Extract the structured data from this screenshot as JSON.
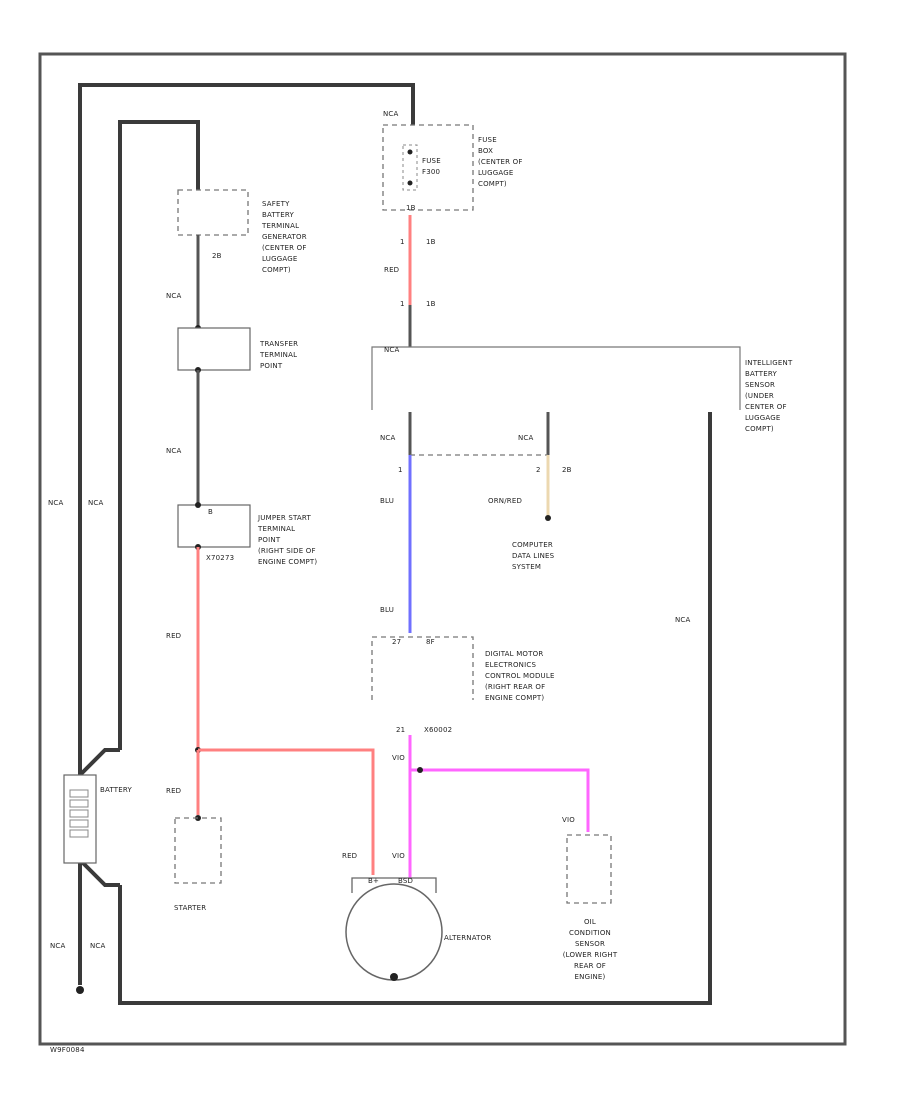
{
  "diagram": {
    "footer_code": "W9F0084",
    "colors": {
      "red": "#ff8080",
      "blue": "#7070ff",
      "violet": "#ff66ff",
      "orange": "#ecd8b0",
      "black": "#3a3a3a"
    },
    "fuse": {
      "title": "FUSE BOX (CENTER OF LUGGAGE COMPT)",
      "lines": [
        "FUSE",
        "BOX",
        "(CENTER OF",
        "LUGGAGE",
        "COMPT)"
      ],
      "fuse_lines": [
        "FUSE",
        "F300"
      ],
      "top_wire": "NCA",
      "pin_top": "1B",
      "pin_bottom": "1B",
      "wire_color": "RED",
      "conn_a": "1",
      "conn_b": "1"
    },
    "safety_terminal": {
      "lines": [
        "SAFETY",
        "BATTERY",
        "TERMINAL",
        "GENERATOR",
        "(CENTER OF",
        "LUGGAGE",
        "COMPT)"
      ],
      "pin": "2B",
      "wire": "NCA"
    },
    "transfer_point": {
      "lines": [
        "TRANSFER",
        "TERMINAL",
        "POINT"
      ],
      "wire": "NCA"
    },
    "jumper_point": {
      "lines": [
        "JUMPER START",
        "TERMINAL",
        "POINT",
        "(RIGHT SIDE OF",
        "ENGINE COMPT)"
      ],
      "pin": "B",
      "conn": "X70273"
    },
    "battery_sensor": {
      "lines": [
        "INTELLIGENT",
        "BATTERY",
        "SENSOR",
        "(UNDER",
        "CENTER OF",
        "LUGGAGE",
        "COMPT)"
      ],
      "top_wire": "NCA",
      "right_wire": "NCA"
    },
    "ibs_pins": {
      "pin1_wire": "NCA",
      "pin1": "1",
      "pin1_color": "BLU",
      "pin2_wire": "NCA",
      "pin2": "2",
      "pin2_pin": "2B",
      "pin2_color": "ORN/RED"
    },
    "datalines": {
      "lines": [
        "COMPUTER",
        "DATA LINES",
        "SYSTEM"
      ]
    },
    "dme": {
      "lines": [
        "DIGITAL MOTOR",
        "ELECTRONICS",
        "CONTROL MODULE",
        "(RIGHT REAR OF",
        "ENGINE COMPT)"
      ],
      "pin_a": "27",
      "pin_b": "8F",
      "blu_lower": "BLU",
      "out_pin": "21",
      "out_conn": "X60002",
      "vio_a": "VIO",
      "vio_b": "VIO"
    },
    "battery": {
      "label": "BATTERY",
      "left_wire": "NCA",
      "right_wire": "NCA",
      "bottom_left": "NCA",
      "bottom_right": "NCA"
    },
    "starter": {
      "label": "STARTER",
      "wire": "RED"
    },
    "jumper_red": "RED",
    "alternator": {
      "label": "ALTERNATOR",
      "red_wire": "RED",
      "vio_wire": "VIO",
      "pin_b": "B+",
      "pin_b2": "BSD"
    },
    "oil_sensor": {
      "lines": [
        "OIL",
        "CONDITION",
        "SENSOR",
        "(LOWER RIGHT",
        "REAR OF",
        "ENGINE)"
      ],
      "wire": "VIO"
    }
  }
}
